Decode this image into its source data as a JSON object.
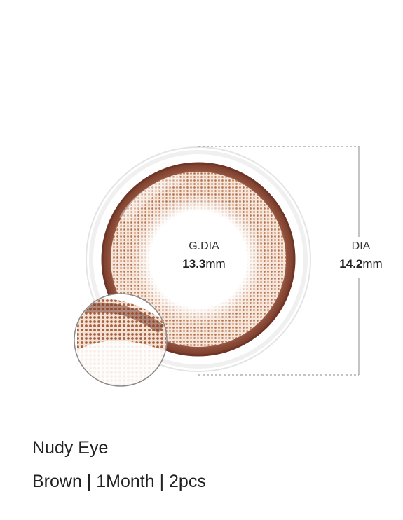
{
  "lens": {
    "gdia_label": "G.DIA",
    "gdia_number": "13.3",
    "gdia_unit": "mm",
    "dia_label": "DIA",
    "dia_number": "14.2",
    "dia_unit": "mm",
    "colors": {
      "ring": "#8c4e3a",
      "dots": "#b5744d",
      "clear_ring": "#e6e6e6",
      "dimension_line": "#888888"
    }
  },
  "product": {
    "name": "Nudy Eye",
    "specs": "Brown | 1Month | 2pcs"
  }
}
